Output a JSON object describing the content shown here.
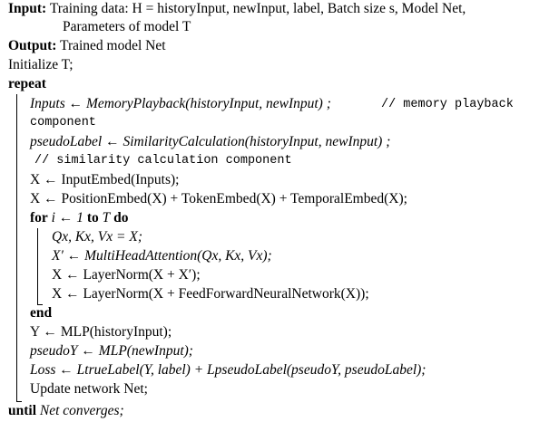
{
  "header": {
    "input_kw": "Input:",
    "input_text": "Training data: H = historyInput, newInput, label, Batch size s, Model Net,",
    "input_cont": "Parameters of model T",
    "output_kw": "Output:",
    "output_text": "Trained model Net",
    "init_text": "Initialize T;"
  },
  "loop": {
    "repeat_kw": "repeat",
    "l1": "Inputs ← MemoryPlayback(historyInput, newInput) ;",
    "l1_comment": "// memory playback",
    "l1_comment_cont": "component",
    "l2": "pseudoLabel ← SimilarityCalculation(historyInput, newInput) ;",
    "l2_comment": "// similarity calculation component",
    "l3": "X ← InputEmbed(Inputs);",
    "l4": "X ← PositionEmbed(X) + TokenEmbed(X) + TemporalEmbed(X);",
    "for_kw": "for",
    "for_mid": "i ← 1",
    "to_kw": "to",
    "for_T": "T",
    "do_kw": "do",
    "f1": "Qx, Kx, Vx = X;",
    "f2": "X′ ← MultiHeadAttention(Qx, Kx, Vx);",
    "f3": "X ← LayerNorm(X + X′);",
    "f4": "X ← LayerNorm(X + FeedForwardNeuralNetwork(X));",
    "end_kw": "end",
    "l5": "Y ← MLP(historyInput);",
    "l6": "pseudoY ← MLP(newInput);",
    "l7": "Loss ← LtrueLabel(Y, label) + LpseudoLabel(pseudoY, pseudoLabel);",
    "l8": "Update network Net;",
    "until_kw": "until",
    "until_text": "Net converges;"
  }
}
